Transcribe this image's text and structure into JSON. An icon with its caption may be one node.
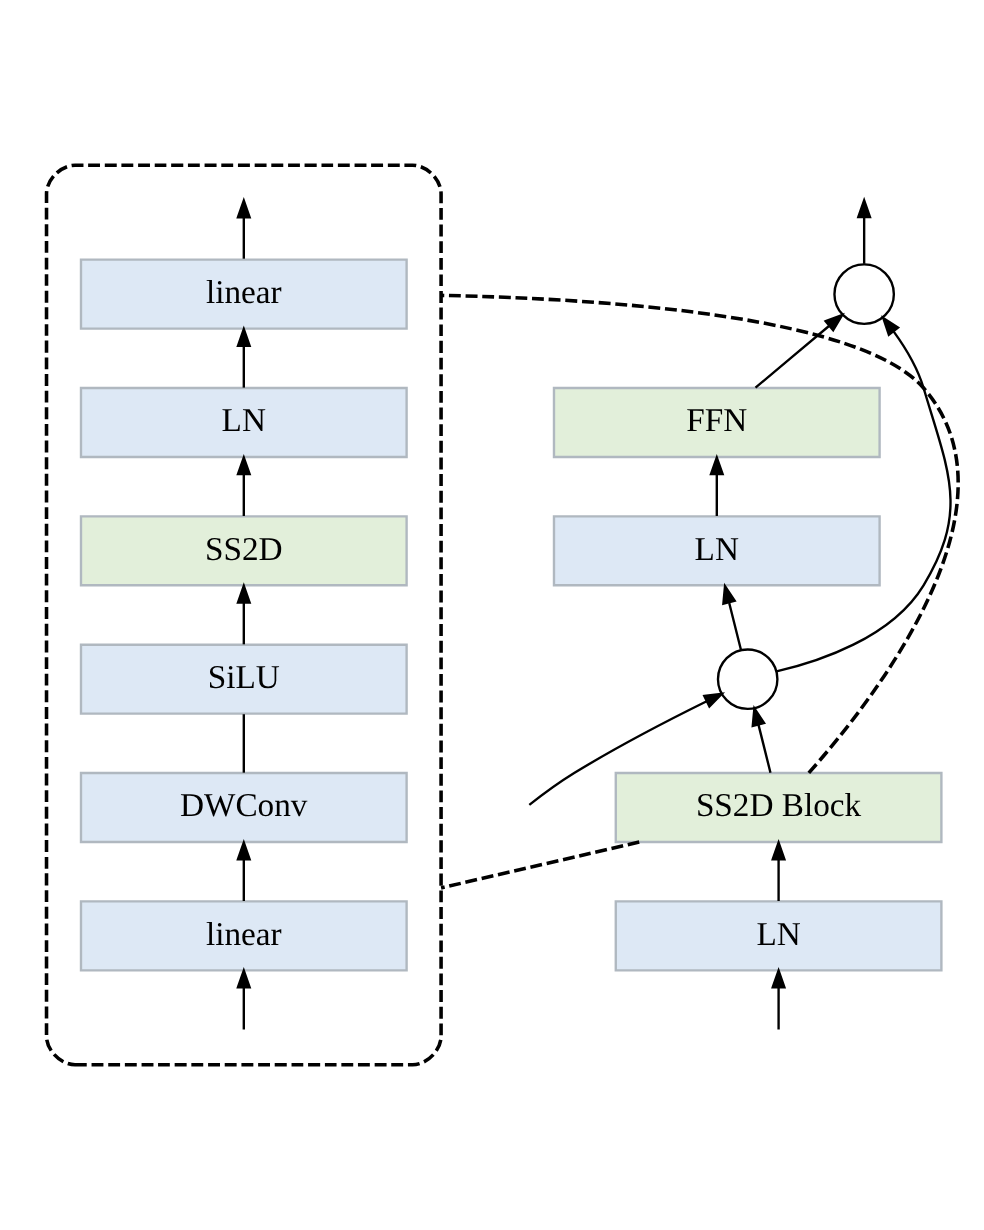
{
  "diagram": {
    "nodes": [
      {
        "text": [
          "LN"
        ]
      },
      {
        "text": [
          "SS2D Block"
        ]
      },
      {
        "text": [],
        "shape": "circle"
      },
      {
        "text": [
          "LN"
        ]
      },
      {
        "text": [
          "FFN"
        ]
      },
      {
        "text": [],
        "shape": "circle"
      },
      {
        "text": [],
        "shape": "box"
      },
      {
        "text": [
          "linear"
        ],
        "in": 6
      },
      {
        "text": [
          "DWConv"
        ],
        "in": 6
      },
      {
        "text": [
          "SiLU"
        ],
        "in": 6
      },
      {
        "text": [
          "SS2D"
        ],
        "in": 6
      },
      {
        "text": [
          "LN"
        ],
        "in": 6
      },
      {
        "text": [
          "linear"
        ],
        "in": 6
      }
    ],
    "edges": [
      {
        "from": null,
        "to": 0,
        "arrow": "to"
      },
      {
        "from": null,
        "to": 2,
        "arrow": "to"
      },
      {
        "from": 0,
        "to": 1,
        "arrow": "to"
      },
      {
        "from": 1,
        "to": 2,
        "arrow": "to"
      },
      {
        "from": 2,
        "to": 3,
        "arrow": "to"
      },
      {
        "from": 2,
        "to": 5,
        "arrow": "to"
      },
      {
        "from": 3,
        "to": 4,
        "arrow": "to"
      },
      {
        "from": 4,
        "to": 5,
        "arrow": "to"
      },
      {
        "from": 5,
        "to": null,
        "arrow": "to"
      },
      {
        "from": 1,
        "to": 6,
        "arrow": "none",
        "style": "dashed"
      },
      {
        "from": 1,
        "to": 6,
        "arrow": "none",
        "style": "dashed"
      },
      {
        "from": null,
        "to": 7,
        "arrow": "to"
      },
      {
        "from": 7,
        "to": 8,
        "arrow": "to"
      },
      {
        "from": 8,
        "to": 9,
        "arrow": "none"
      },
      {
        "from": 9,
        "to": 10,
        "arrow": "to"
      },
      {
        "from": 10,
        "to": 11,
        "arrow": "to"
      },
      {
        "from": 11,
        "to": 12,
        "arrow": "to"
      },
      {
        "from": 12,
        "to": null,
        "arrow": "to"
      }
    ]
  }
}
